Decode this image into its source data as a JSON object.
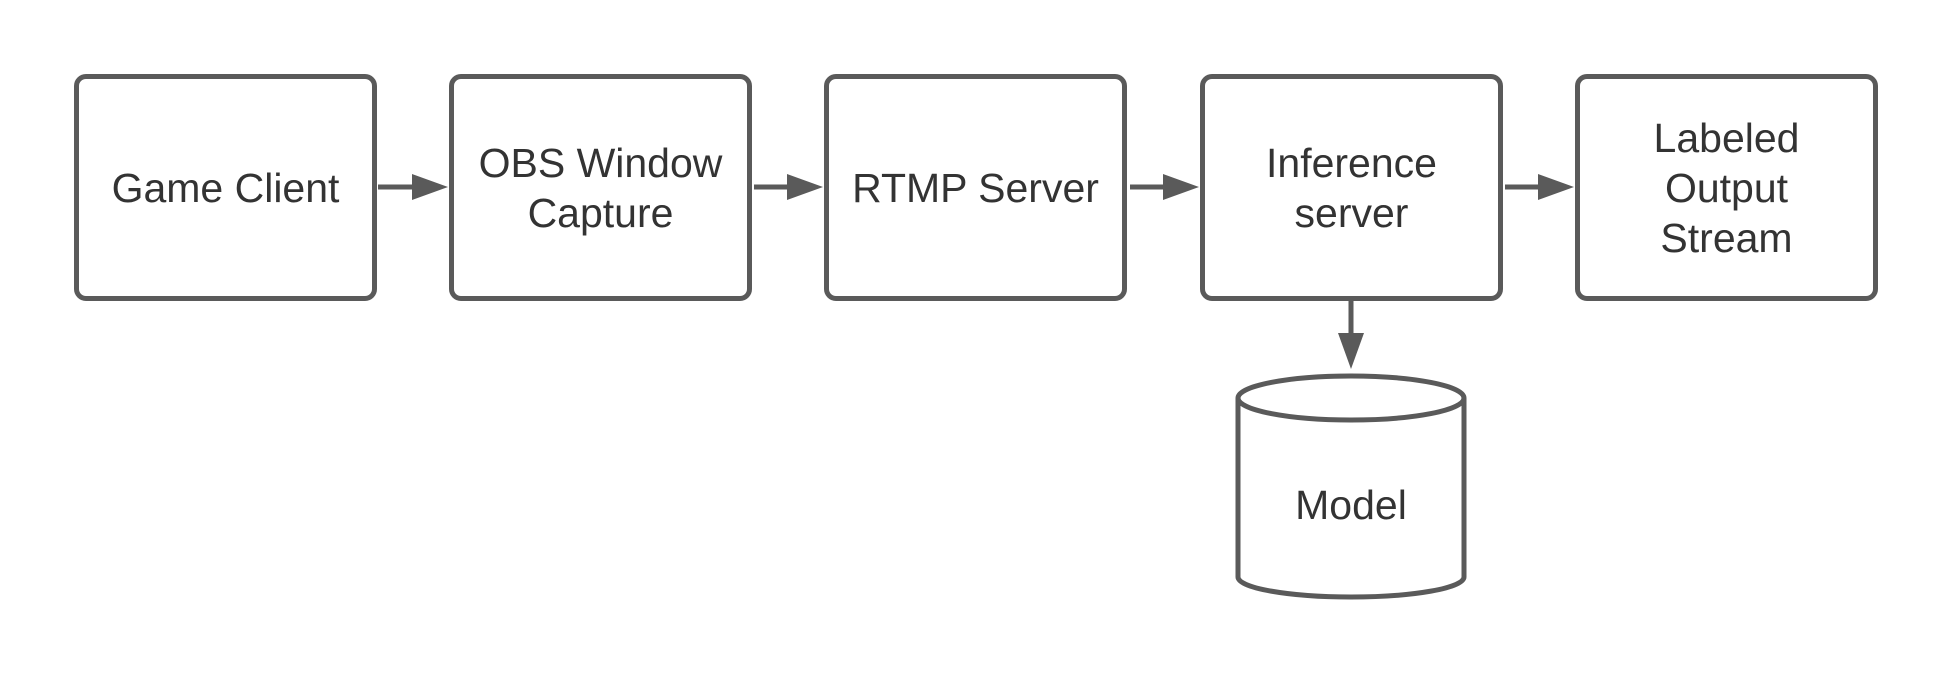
{
  "diagram": {
    "stroke_color": "#5a5a5a",
    "text_color": "#333333",
    "background": "#ffffff",
    "nodes": [
      {
        "id": "game-client",
        "shape": "rounded-rectangle",
        "label": "Game Client"
      },
      {
        "id": "obs-window-capture",
        "shape": "rounded-rectangle",
        "label": "OBS Window\nCapture"
      },
      {
        "id": "rtmp-server",
        "shape": "rounded-rectangle",
        "label": "RTMP Server"
      },
      {
        "id": "inference-server",
        "shape": "rounded-rectangle",
        "label": "Inference\nserver"
      },
      {
        "id": "labeled-output-stream",
        "shape": "rounded-rectangle",
        "label": "Labeled\nOutput\nStream"
      },
      {
        "id": "model",
        "shape": "cylinder",
        "label": "Model"
      }
    ],
    "edges": [
      {
        "from": "game-client",
        "to": "obs-window-capture"
      },
      {
        "from": "obs-window-capture",
        "to": "rtmp-server"
      },
      {
        "from": "rtmp-server",
        "to": "inference-server"
      },
      {
        "from": "inference-server",
        "to": "labeled-output-stream"
      },
      {
        "from": "inference-server",
        "to": "model"
      }
    ]
  }
}
